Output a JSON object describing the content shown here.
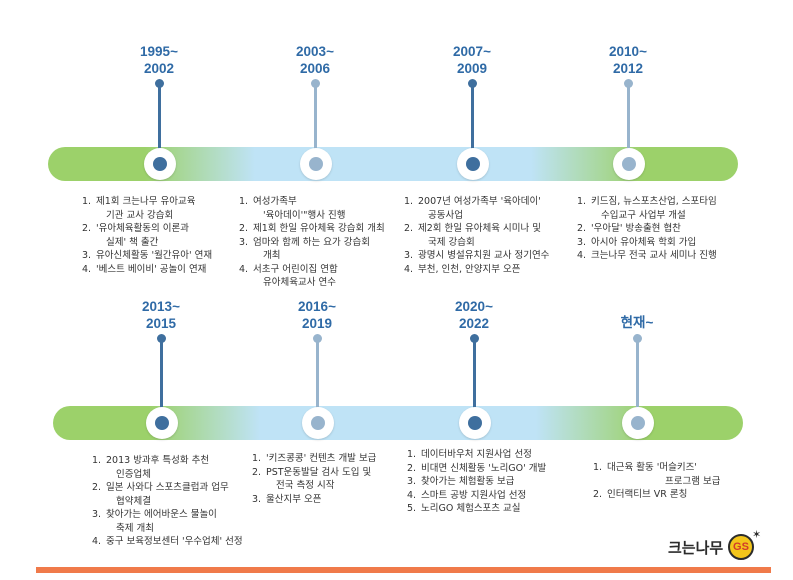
{
  "timeline": {
    "row1": {
      "periods": [
        {
          "line1": "1995~",
          "line2": "2002",
          "highlight": true,
          "items": [
            {
              "num": "1.",
              "lines": [
                "제1회 크는나무 유아교육",
                "기관 교사 강습회"
              ]
            },
            {
              "num": "2.",
              "lines": [
                "'유아체육활동의 이론과",
                "실제' 책 출간"
              ]
            },
            {
              "num": "3.",
              "lines": [
                "유아신체활동 '월간유아' 연재"
              ]
            },
            {
              "num": "4.",
              "lines": [
                "'베스트 베이비' 공놀이 연재"
              ]
            }
          ]
        },
        {
          "line1": "2003~",
          "line2": "2006",
          "highlight": false,
          "items": [
            {
              "num": "1.",
              "lines": [
                "여성가족부",
                "'육아데이'\"행사 진행"
              ]
            },
            {
              "num": "2.",
              "lines": [
                "제1회 한일 유아체육 강습회 개최"
              ]
            },
            {
              "num": "3.",
              "lines": [
                "엄마와 함께 하는 요가 강습회",
                "개최"
              ]
            },
            {
              "num": "4.",
              "lines": [
                "서초구 어린이집 연합",
                "유아체육교사 연수"
              ]
            }
          ]
        },
        {
          "line1": "2007~",
          "line2": "2009",
          "highlight": true,
          "items": [
            {
              "num": "1.",
              "lines": [
                "2007년 여성가족부 '육아데이'",
                "공동사업"
              ]
            },
            {
              "num": "2.",
              "lines": [
                "제2회 한일 유아체육 시미나 및",
                "국제 강습회"
              ]
            },
            {
              "num": "3.",
              "lines": [
                "광명시 병설유치원 교사 정기연수"
              ]
            },
            {
              "num": "4.",
              "lines": [
                "부천, 인천, 안양지부 오픈"
              ]
            }
          ]
        },
        {
          "line1": "2010~",
          "line2": "2012",
          "highlight": false,
          "items": [
            {
              "num": "1.",
              "lines": [
                "키드짐, 뉴스포츠산업, 스포타임",
                "수입교구 사업부 개설"
              ]
            },
            {
              "num": "2.",
              "lines": [
                "'우아달' 방송출현 협찬"
              ]
            },
            {
              "num": "3.",
              "lines": [
                "아시아 유아체육 학회 가입"
              ]
            },
            {
              "num": "4.",
              "lines": [
                "크는나무 전국 교사 세미나 진행"
              ]
            }
          ]
        }
      ]
    },
    "row2": {
      "periods": [
        {
          "line1": "2013~",
          "line2": "2015",
          "highlight": true,
          "items": [
            {
              "num": "1.",
              "lines": [
                "2013 방과후 특성화 추천",
                "인증업체"
              ]
            },
            {
              "num": "2.",
              "lines": [
                "일본 사와다 스포츠클럽과 업무",
                "협약체결"
              ]
            },
            {
              "num": "3.",
              "lines": [
                "찾아가는 에어바운스 물놀이",
                "축제 개최"
              ]
            },
            {
              "num": "4.",
              "lines": [
                "중구 보육정보센터 '우수업체' 선정"
              ]
            }
          ]
        },
        {
          "line1": "2016~",
          "line2": "2019",
          "highlight": false,
          "items": [
            {
              "num": "1.",
              "lines": [
                "'키즈콩콩' 컨텐츠 개발 보급"
              ]
            },
            {
              "num": "2.",
              "lines": [
                "PST운동발달 검사 도입 및",
                "전국 측정 시작"
              ]
            },
            {
              "num": "3.",
              "lines": [
                "울산지부 오픈"
              ]
            }
          ]
        },
        {
          "line1": "2020~",
          "line2": "2022",
          "highlight": true,
          "items": [
            {
              "num": "1.",
              "lines": [
                "데이터바우처 지원사업 선정"
              ]
            },
            {
              "num": "2.",
              "lines": [
                "비대면 신체활동 '노리GO' 개발"
              ]
            },
            {
              "num": "3.",
              "lines": [
                "찾아가는 체험활동 보급"
              ]
            },
            {
              "num": "4.",
              "lines": [
                "스마트 공방 지원사업 선정"
              ]
            },
            {
              "num": "5.",
              "lines": [
                "노리GO 체험스포츠 교실"
              ]
            }
          ]
        },
        {
          "line1": "현재~",
          "line2": "",
          "highlight": false,
          "items": [
            {
              "num": "1.",
              "lines": [
                "대근육 활동 '머슬키즈'",
                "프로그램 보급"
              ]
            },
            {
              "num": "2.",
              "lines": [
                "인터랙티브 VR 론칭"
              ]
            }
          ]
        }
      ]
    }
  },
  "logo": {
    "text": "크는나무",
    "badge": "GS"
  },
  "colors": {
    "band_green": "#9cd16a",
    "band_blue": "#bfe3f6",
    "period_text": "#2f6aa6",
    "stem_dark": "#3f6f9e",
    "stem_light": "#98b4cd",
    "footer": "#f07a4a"
  }
}
